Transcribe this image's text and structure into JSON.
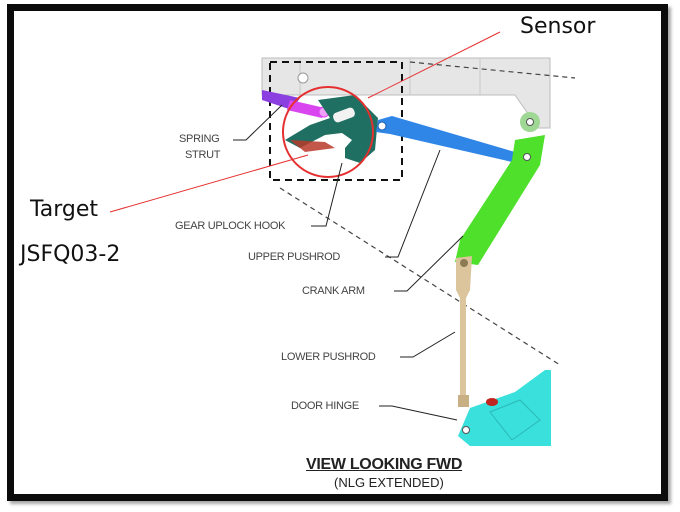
{
  "callouts": {
    "sensor": "Sensor",
    "target": "Target",
    "part_number": "JSFQ03-2"
  },
  "labels": {
    "spring_strut_line1": "SPRING",
    "spring_strut_line2": "STRUT",
    "gear_uplock_hook": "GEAR UPLOCK HOOK",
    "upper_pushrod": "UPPER PUSHROD",
    "crank_arm": "CRANK ARM",
    "lower_pushrod": "LOWER PUSHROD",
    "door_hinge": "DOOR HINGE"
  },
  "view": {
    "title": "VIEW LOOKING FWD",
    "subtitle": "(NLG EXTENDED)"
  },
  "colors": {
    "callout_red": "#e53030",
    "spring_strut": "#d946ef",
    "uplock_hook": "#1f6f62",
    "upper_pushrod": "#2f86e6",
    "crank_arm": "#4ee02a",
    "lower_pushrod": "#dcc49c",
    "door_hinge": "#39e0dc",
    "structure": "#e3e3e3"
  }
}
